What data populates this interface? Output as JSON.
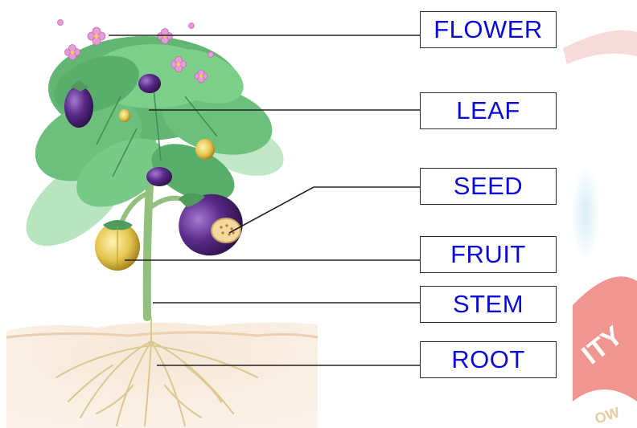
{
  "labels": {
    "flower": "FLOWER",
    "leaf": "LEAF",
    "seed": "SEED",
    "fruit": "FRUIT",
    "stem": "STEM",
    "root": "ROOT"
  },
  "watermark": {
    "text_1": "ITY",
    "text_2": "OW"
  },
  "colors": {
    "label_text": "#0b0bd8",
    "leader_line": "#222222",
    "leaf": "#6fbf7e",
    "eggplant": "#5b2a8a",
    "stem": "#8fbf7a",
    "soil": "#f1dcc4",
    "root": "#d9c890",
    "flower": "#e79ad8",
    "watermark": "#d83a3a"
  },
  "icons": [
    "plant-illustration"
  ]
}
